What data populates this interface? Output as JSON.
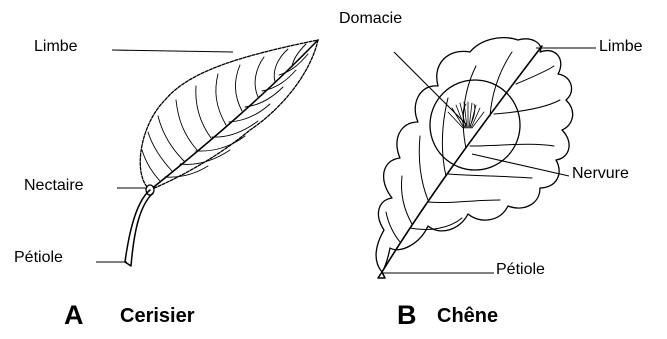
{
  "panels": [
    {
      "letter": "A",
      "name": "Cerisier",
      "labels": {
        "limbe": "Limbe",
        "nectaire": "Nectaire",
        "petiole": "Pétiole"
      }
    },
    {
      "letter": "B",
      "name": "Chêne",
      "labels": {
        "domacie": "Domacie",
        "limbe": "Limbe",
        "nervure": "Nervure",
        "petiole": "Pétiole"
      }
    }
  ]
}
